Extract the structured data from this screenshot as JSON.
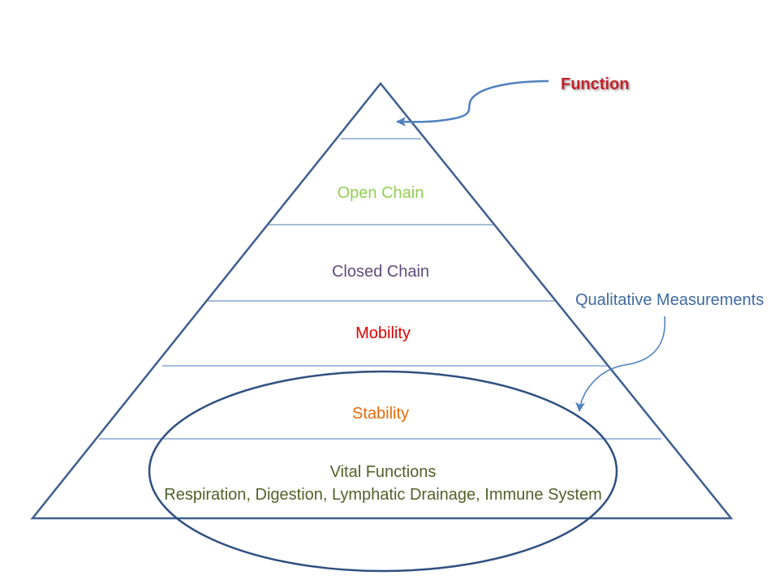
{
  "diagram": {
    "top_label": {
      "text": "Function",
      "color": "#c0212b"
    },
    "side_label": {
      "text": "Qualitative Measurements",
      "color": "#3f6aa2"
    },
    "layers": [
      {
        "text": "Open Chain",
        "color": "#92d050"
      },
      {
        "text": "Closed Chain",
        "color": "#604a7b"
      },
      {
        "text": "Mobility",
        "color": "#e00000"
      },
      {
        "text": "Stability",
        "color": "#e36c09"
      },
      {
        "text": "Vital Functions",
        "color": "#4f6228"
      },
      {
        "text": "Respiration, Digestion, Lymphatic Drainage, Immune System",
        "color": "#4f6228"
      }
    ],
    "colors": {
      "triangle": "#3f5f8f",
      "divider": "#4a7ab5",
      "ellipse": "#2f4f80",
      "arrow": "#4f81bd"
    }
  }
}
